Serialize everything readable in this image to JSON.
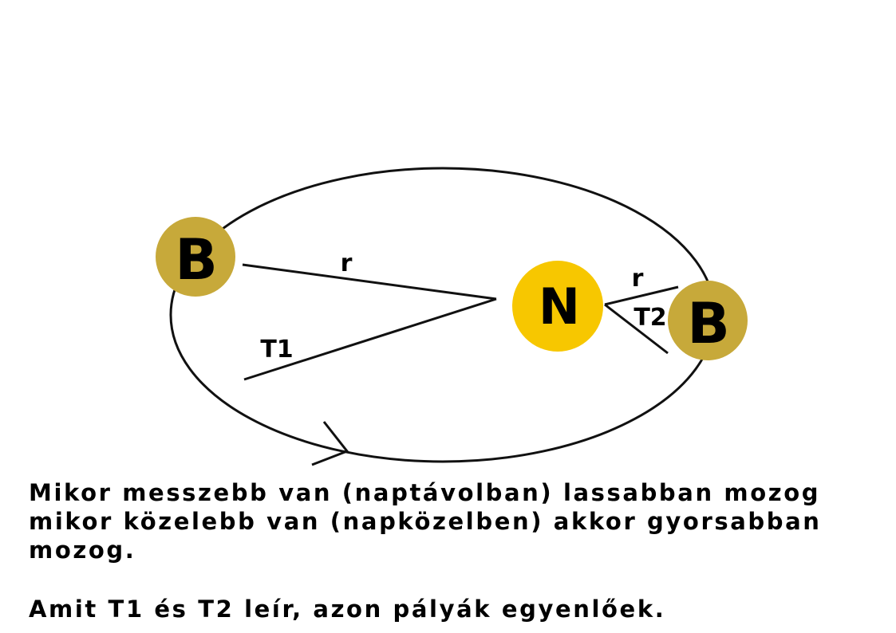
{
  "diagram": {
    "sun_label": "N",
    "planet_label": "B",
    "radius_label": "r",
    "area_label_1": "T1",
    "area_label_2": "T2",
    "colors": {
      "sun": "#f7c700",
      "planet": "#c7a93a",
      "orbit": "#111111",
      "text": "#000000"
    }
  },
  "caption": {
    "paragraph_1": "Mikor messzebb van (naptávolban) lassabban mozog mikor közelebb van (napközelben) akkor gyorsabban mozog.",
    "paragraph_2": "Amit T1 és T2 leír, azon pályák egyenlőek."
  }
}
